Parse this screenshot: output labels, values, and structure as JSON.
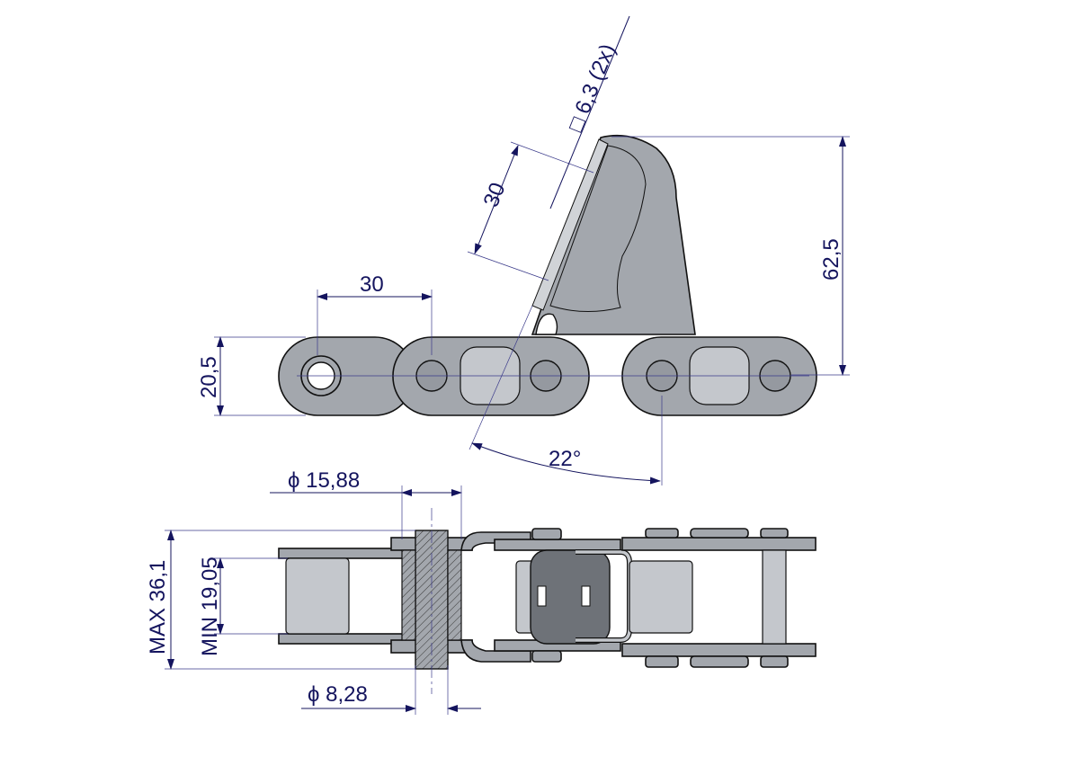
{
  "top_view": {
    "dim_pitch_left": "30",
    "dim_flight_length": "30",
    "dim_square_hole": "□ 6,3 (2x)",
    "dim_height": "62,5",
    "dim_link_width": "20,5",
    "dim_angle": "22°"
  },
  "side_view": {
    "dim_roller_diameter": "ϕ 15,88",
    "dim_pin_diameter": "ϕ 8,28",
    "dim_max_width": "MAX 36,1",
    "dim_min_inner_width": "MIN 19,05"
  },
  "colors": {
    "dimension": "#14145e",
    "part": "#a3a7ad"
  }
}
